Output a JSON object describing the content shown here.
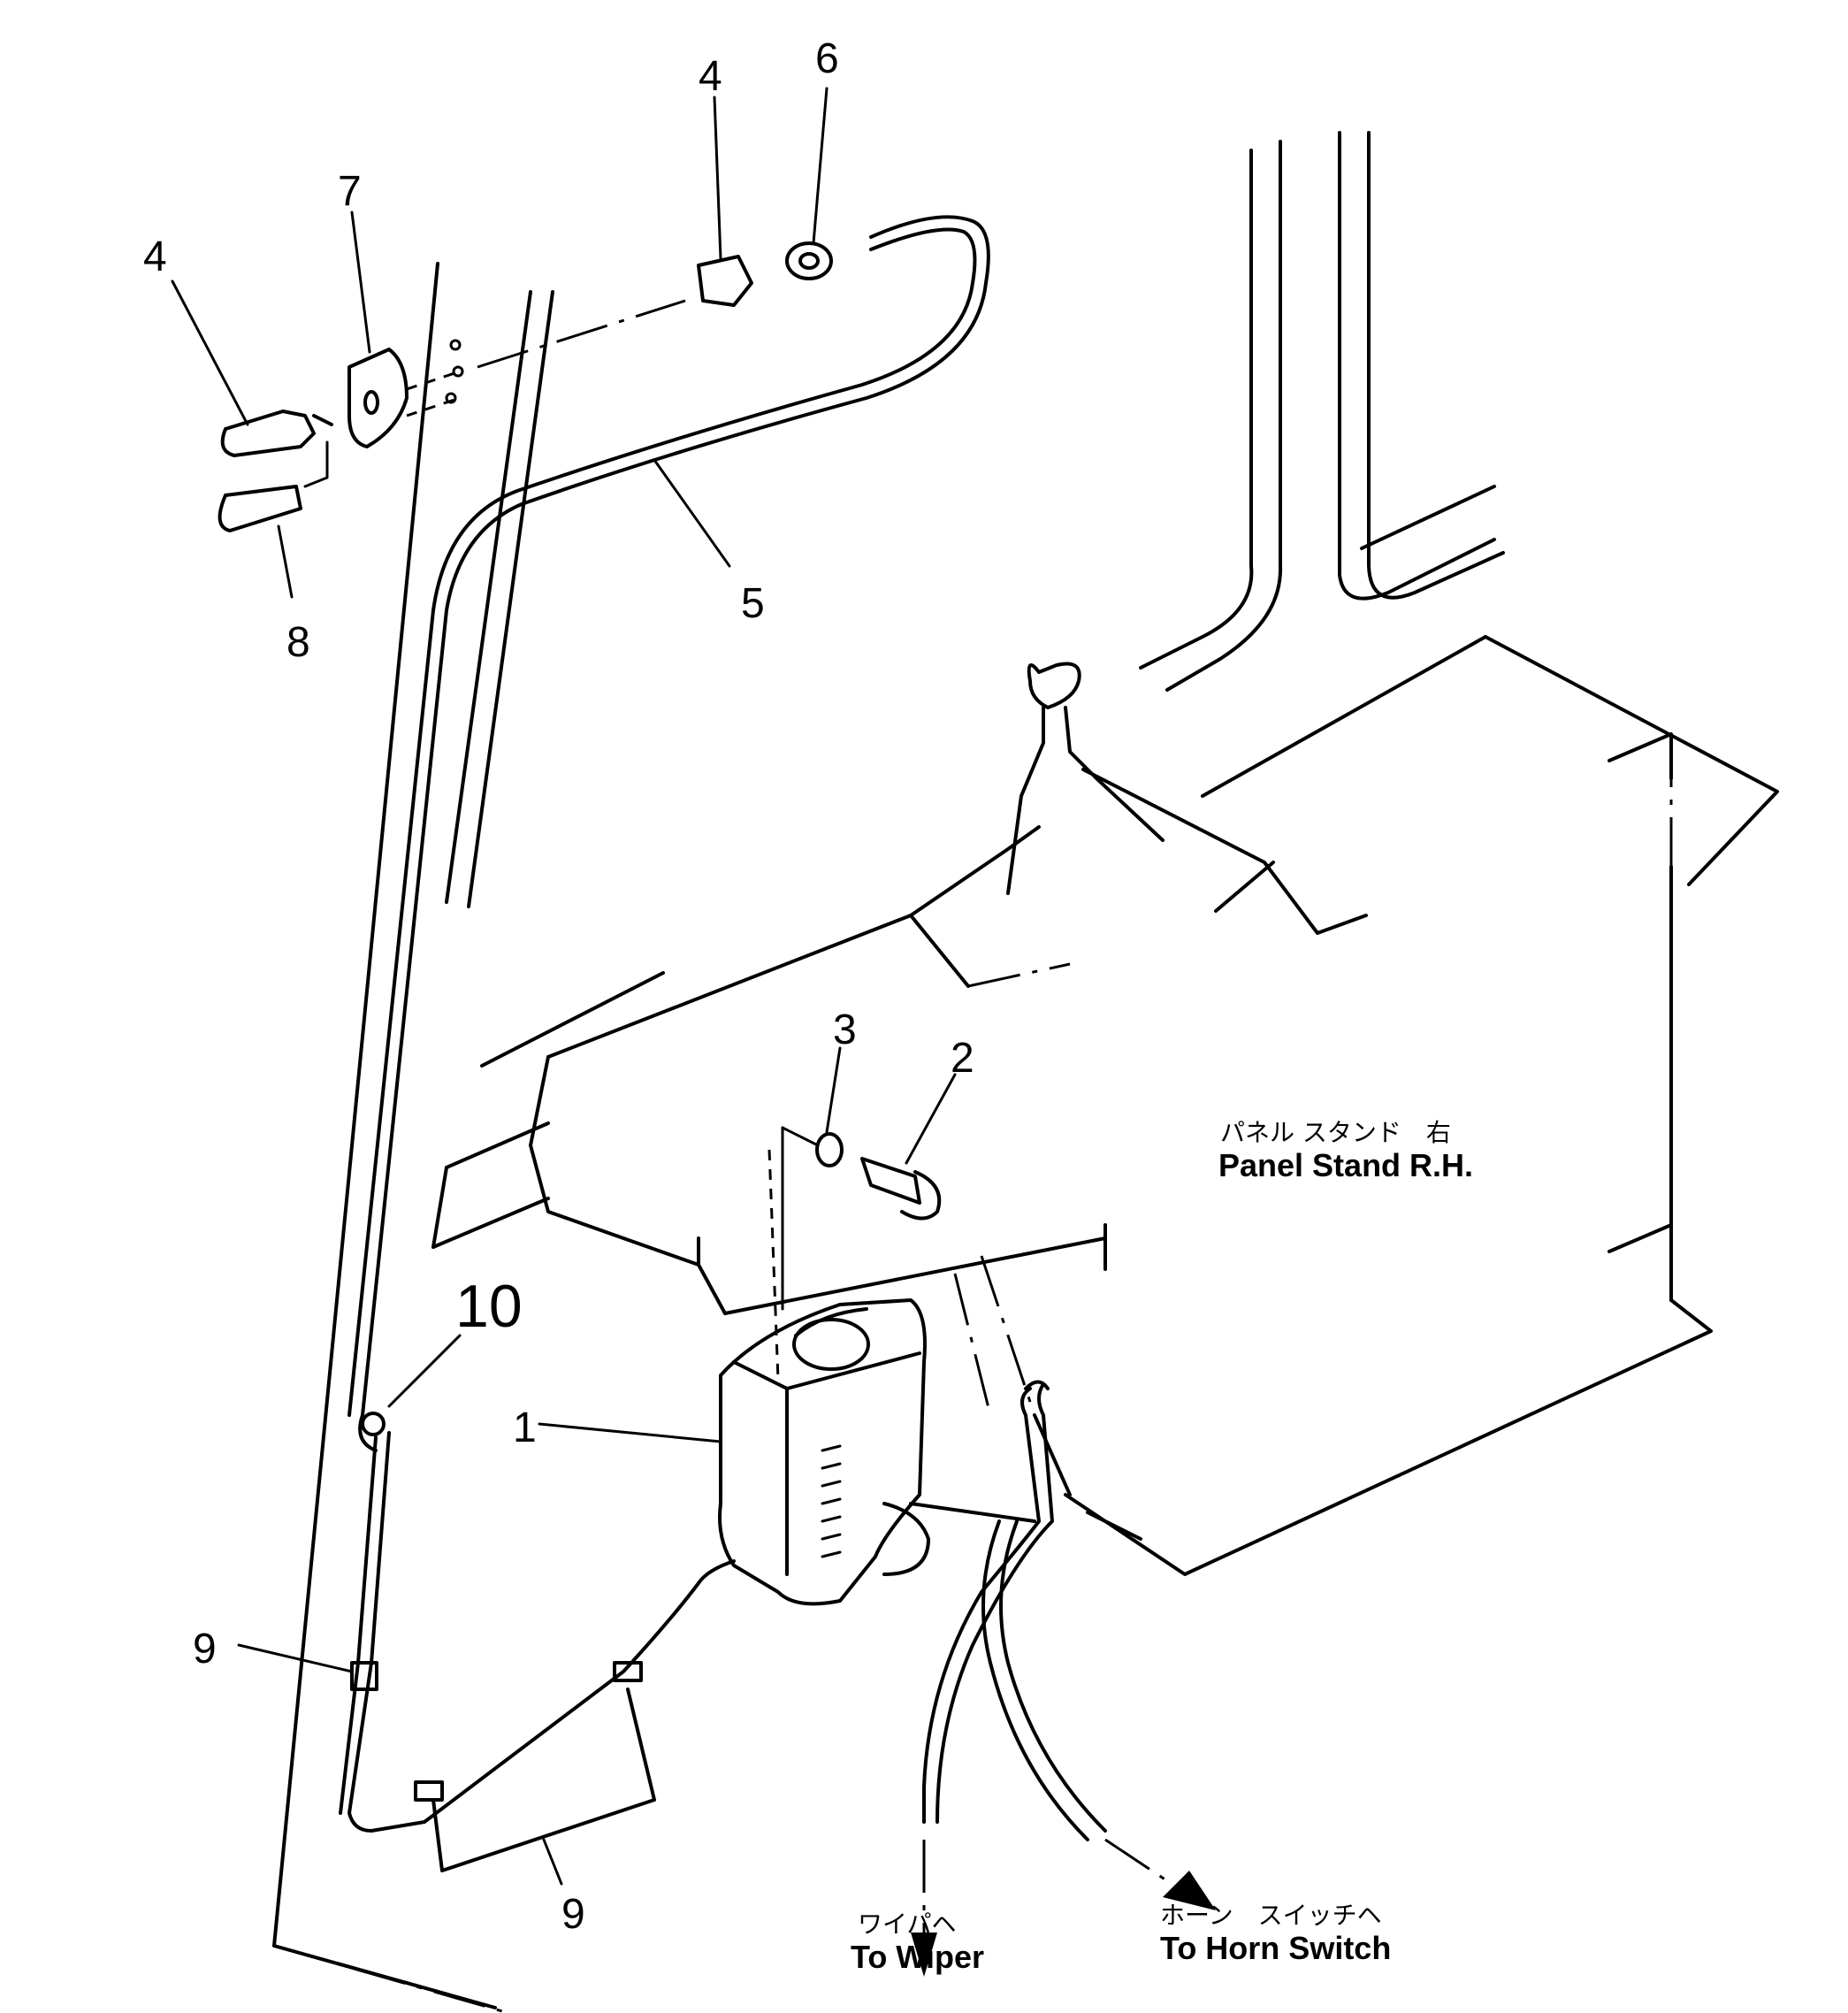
{
  "callouts": {
    "c1": "1",
    "c2": "2",
    "c3": "3",
    "c4a": "4",
    "c4b": "4",
    "c5": "5",
    "c6": "6",
    "c7": "7",
    "c8": "8",
    "c9a": "9",
    "c9b": "9",
    "c10": "10"
  },
  "labels": {
    "panel_stand_jp": "パネル スタンド　右",
    "panel_stand_en": "Panel Stand R.H.",
    "wiper_jp": "ワイパヘ",
    "wiper_en": "To Wiper",
    "horn_jp": "ホーン　スイッチヘ",
    "horn_en": "To Horn Switch"
  }
}
